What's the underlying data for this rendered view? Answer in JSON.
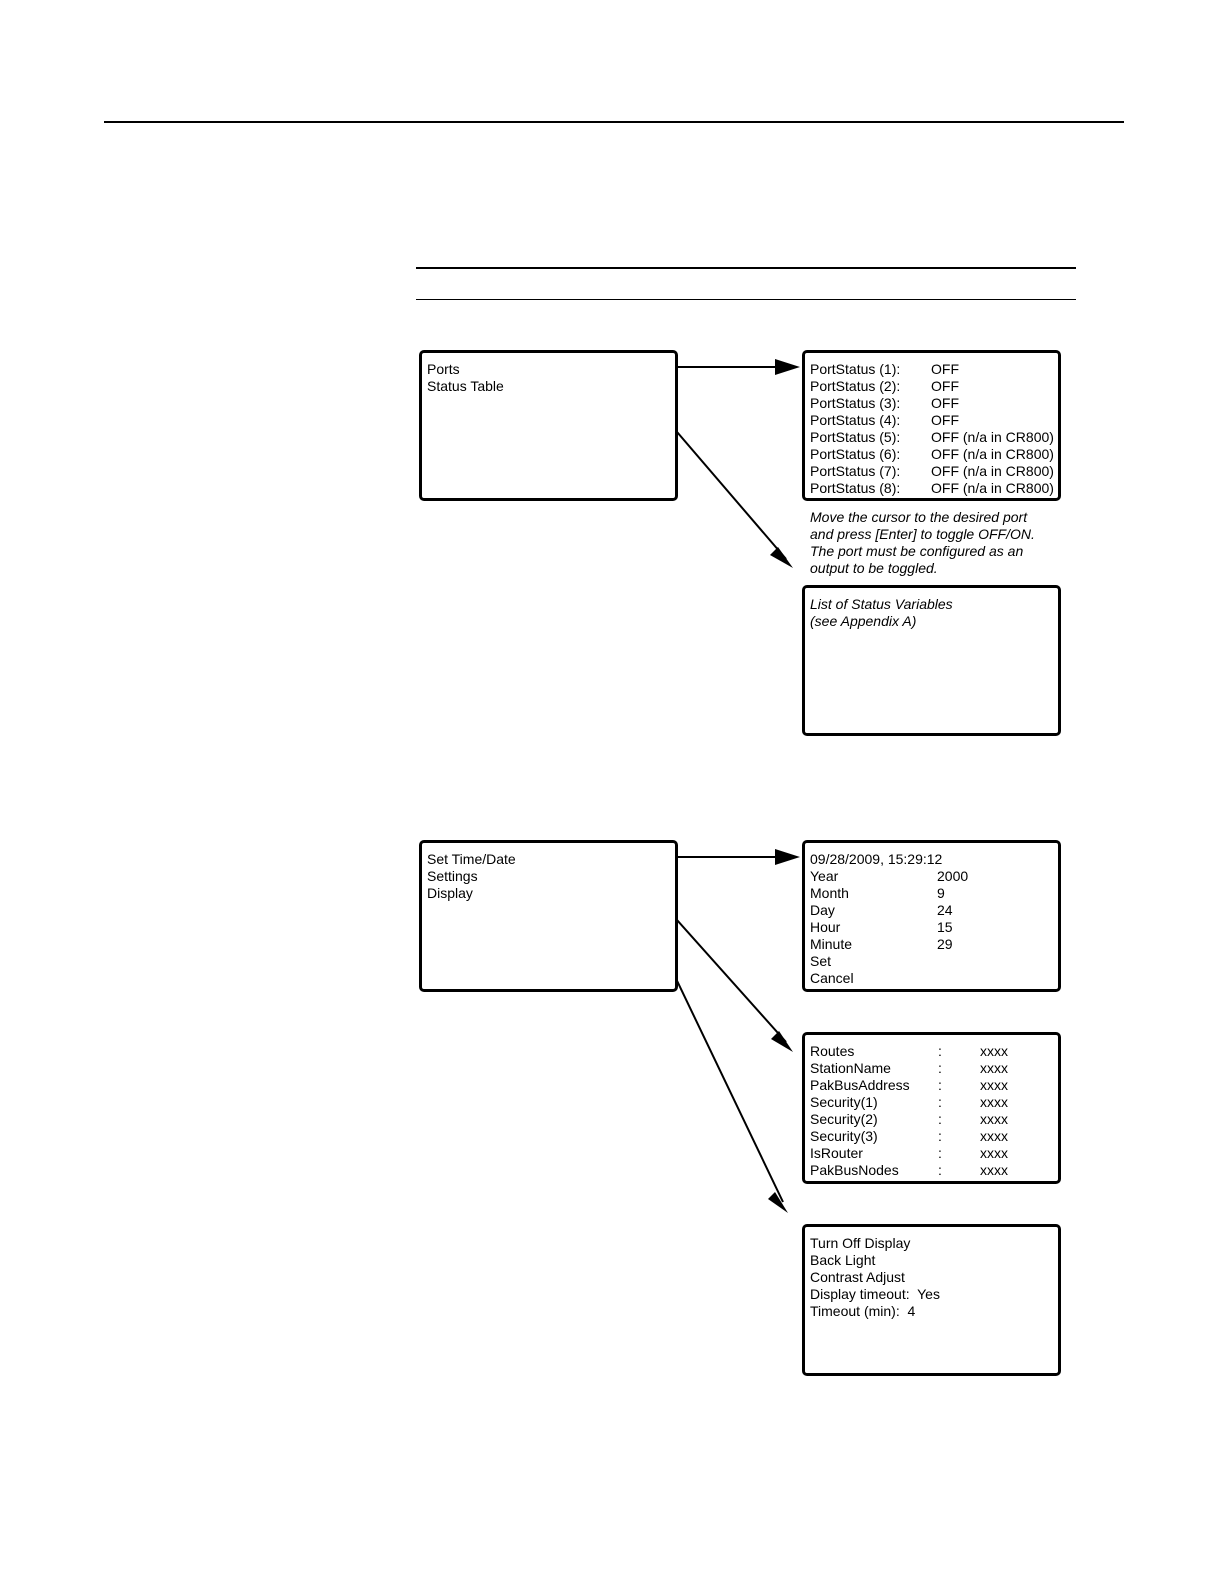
{
  "ports_menu": {
    "items": [
      "Ports",
      "Status Table"
    ]
  },
  "port_status": {
    "rows": [
      {
        "label": "PortStatus (1):",
        "value": "OFF"
      },
      {
        "label": "PortStatus (2):",
        "value": "OFF"
      },
      {
        "label": "PortStatus (3):",
        "value": "OFF"
      },
      {
        "label": "PortStatus (4):",
        "value": "OFF"
      },
      {
        "label": "PortStatus (5):",
        "value": "OFF (n/a in CR800)"
      },
      {
        "label": "PortStatus (6):",
        "value": "OFF (n/a in CR800)"
      },
      {
        "label": "PortStatus (7):",
        "value": "OFF (n/a in CR800)"
      },
      {
        "label": "PortStatus (8):",
        "value": "OFF (n/a in CR800)"
      }
    ],
    "note": [
      "Move the cursor to the desired port",
      "and press [Enter] to toggle OFF/ON.",
      "The port must be configured as an",
      "output to be toggled."
    ]
  },
  "status_table": {
    "lines": [
      "List of Status Variables",
      "(see Appendix A)"
    ]
  },
  "config_menu": {
    "items": [
      "Set Time/Date",
      "Settings",
      "Display"
    ]
  },
  "time_date": {
    "header": "09/28/2009, 15:29:12",
    "rows": [
      {
        "label": "Year",
        "value": "2000"
      },
      {
        "label": "Month",
        "value": "9"
      },
      {
        "label": "Day",
        "value": "24"
      },
      {
        "label": "Hour",
        "value": "15"
      },
      {
        "label": "Minute",
        "value": "29"
      },
      {
        "label": "Set",
        "value": ""
      },
      {
        "label": "Cancel",
        "value": ""
      }
    ]
  },
  "settings": {
    "separator": ":",
    "rows": [
      {
        "label": "Routes",
        "value": "xxxx"
      },
      {
        "label": "StationName",
        "value": "xxxx"
      },
      {
        "label": "PakBusAddress",
        "value": "xxxx"
      },
      {
        "label": "Security(1)",
        "value": "xxxx"
      },
      {
        "label": "Security(2)",
        "value": "xxxx"
      },
      {
        "label": "Security(3)",
        "value": "xxxx"
      },
      {
        "label": "IsRouter",
        "value": "xxxx"
      },
      {
        "label": "PakBusNodes",
        "value": "xxxx"
      }
    ]
  },
  "display": {
    "lines": [
      "Turn Off Display",
      "Back Light",
      "Contrast Adjust",
      "Display timeout:  Yes",
      "Timeout (min):  4"
    ]
  }
}
